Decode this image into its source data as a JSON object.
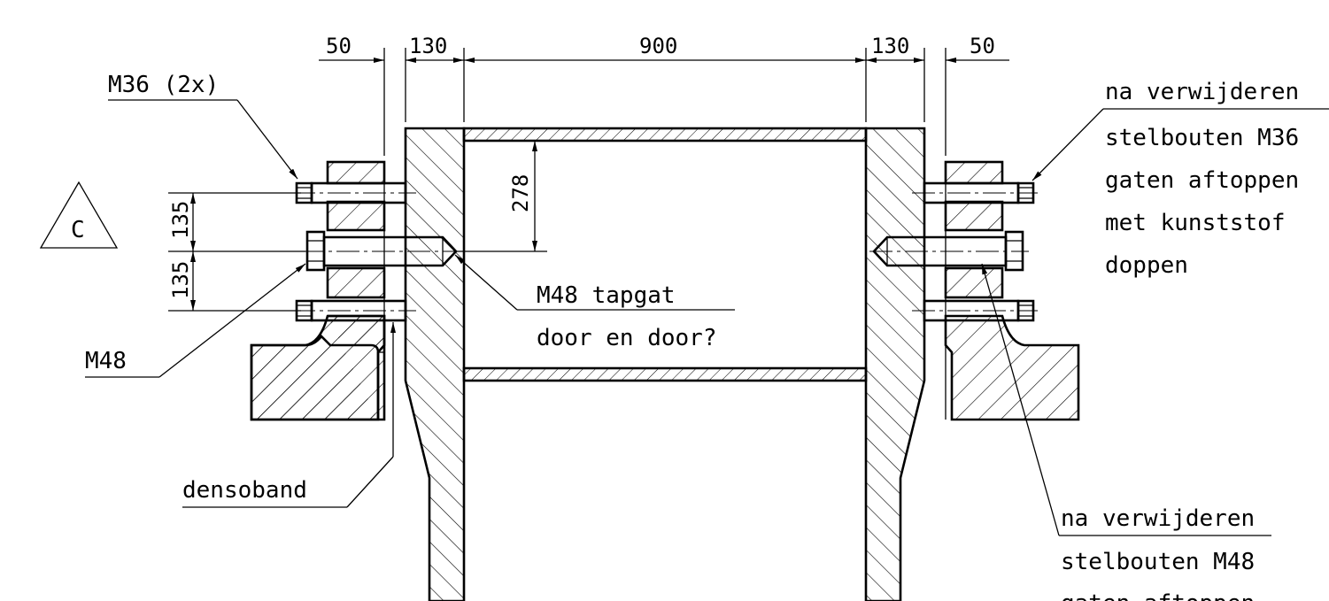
{
  "dimensions": {
    "d50_left": "50",
    "d130_left": "130",
    "d900": "900",
    "d130_right": "130",
    "d50_right": "50",
    "d278": "278",
    "d135_top": "135",
    "d135_bottom": "135"
  },
  "labels": {
    "m36": "M36 (2x)",
    "m48": "M48",
    "m48_tapgat_line1": "M48 tapgat",
    "m48_tapgat_line2": "door en door?",
    "densoband": "densoband",
    "revision": "C"
  },
  "notes": {
    "note_m36": [
      "na verwijderen",
      "stelbouten M36",
      "gaten aftoppen",
      "met kunststof",
      "doppen"
    ],
    "note_m48": [
      "na verwijderen",
      "stelbouten M48",
      "gaten aftoppen"
    ]
  }
}
